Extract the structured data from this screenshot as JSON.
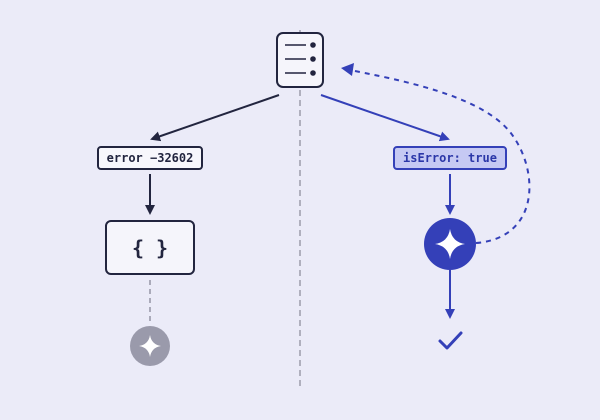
{
  "diagram": {
    "left_branch": {
      "error_label": "error −32602",
      "result_box_text": "{ }",
      "status": "inactive"
    },
    "right_branch": {
      "error_label": "isError: true",
      "status": "active",
      "has_feedback_loop": true,
      "outcome": "success"
    },
    "icons": {
      "source": "document-list-icon",
      "left_agent": "sparkle-icon",
      "right_agent": "sparkle-icon",
      "outcome": "checkmark-icon"
    },
    "colors": {
      "background": "#ebebf8",
      "dark": "#22253f",
      "accent": "#3440b8",
      "accent_fill": "#c6c9f3",
      "muted": "#9a9aab",
      "divider": "#9d9daa"
    }
  }
}
